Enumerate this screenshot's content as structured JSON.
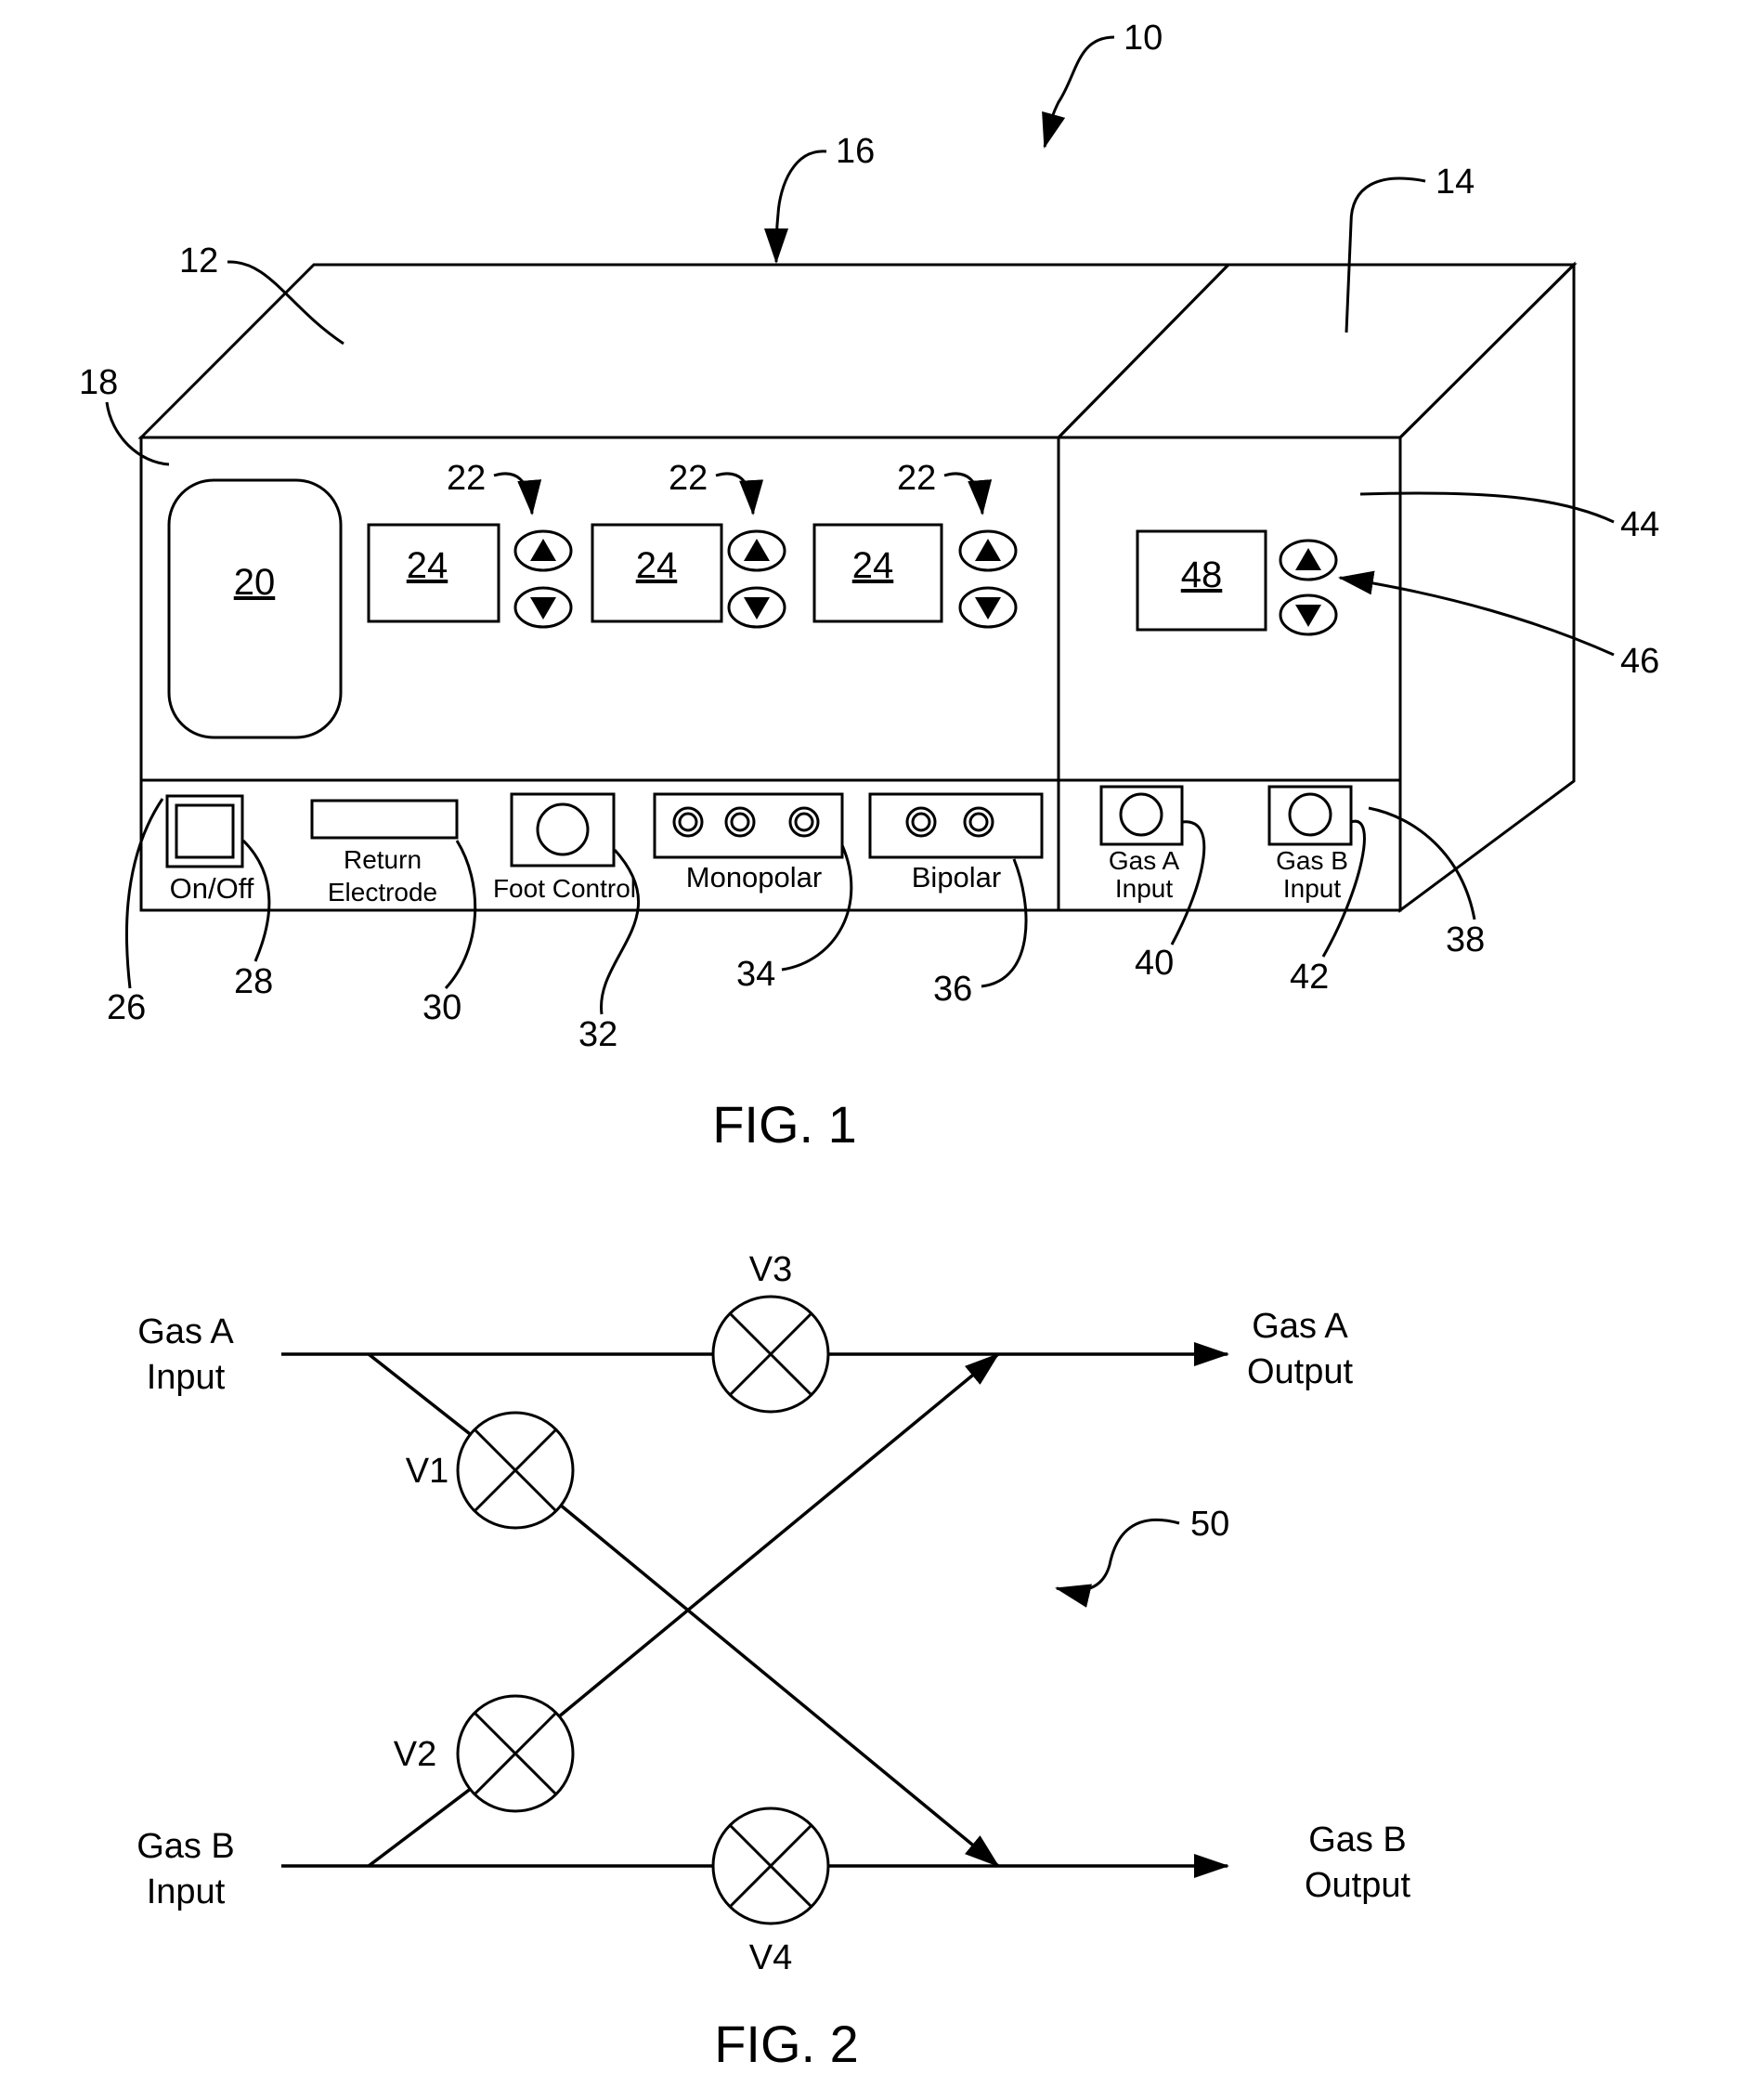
{
  "figures": {
    "fig1": {
      "caption": "FIG. 1"
    },
    "fig2": {
      "caption": "FIG. 2"
    }
  },
  "fig1": {
    "refs": {
      "r10": "10",
      "r12": "12",
      "r14": "14",
      "r16": "16",
      "r18": "18",
      "r20": "20",
      "r22": "22",
      "r24": "24",
      "r26": "26",
      "r28": "28",
      "r30": "30",
      "r32": "32",
      "r34": "34",
      "r36": "36",
      "r38": "38",
      "r40": "40",
      "r42": "42",
      "r44": "44",
      "r46": "46",
      "r48": "48"
    },
    "panel_labels": {
      "on_off": "On/Off",
      "return_line1": "Return",
      "return_line2": "Electrode",
      "foot_control": "Foot Control",
      "monopolar": "Monopolar",
      "bipolar": "Bipolar",
      "gas_a_line1": "Gas A",
      "gas_a_line2": "Input",
      "gas_b_line1": "Gas B",
      "gas_b_line2": "Input"
    }
  },
  "fig2": {
    "ref": "50",
    "valves": {
      "v1": "V1",
      "v2": "V2",
      "v3": "V3",
      "v4": "V4"
    },
    "gas_a_input": {
      "line1": "Gas A",
      "line2": "Input"
    },
    "gas_b_input": {
      "line1": "Gas B",
      "line2": "Input"
    },
    "gas_a_output": {
      "line1": "Gas A",
      "line2": "Output"
    },
    "gas_b_output": {
      "line1": "Gas B",
      "line2": "Output"
    }
  }
}
